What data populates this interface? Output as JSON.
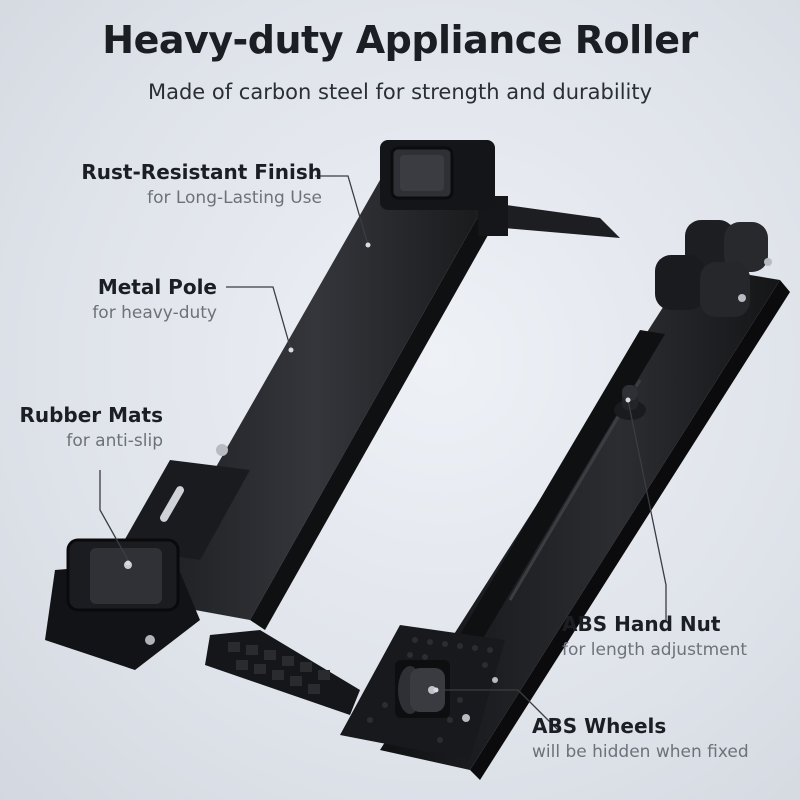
{
  "header": {
    "title": "Heavy-duty Appliance Roller",
    "subtitle": "Made of carbon steel for strength and durability"
  },
  "features": {
    "rust": {
      "title": "Rust-Resistant Finish",
      "desc": "for Long-Lasting Use"
    },
    "pole": {
      "title": "Metal Pole",
      "desc": "for heavy-duty"
    },
    "mats": {
      "title": "Rubber Mats",
      "desc": "for anti-slip"
    },
    "nut": {
      "title": "ABS Hand Nut",
      "desc": "for length adjustment"
    },
    "wheels": {
      "title": "ABS Wheels",
      "desc": "will be hidden when fixed"
    }
  },
  "colors": {
    "background": "#dfe3ea",
    "metal": "#26282c",
    "text_main": "#1b1e23",
    "text_sub": "#6d727a"
  }
}
